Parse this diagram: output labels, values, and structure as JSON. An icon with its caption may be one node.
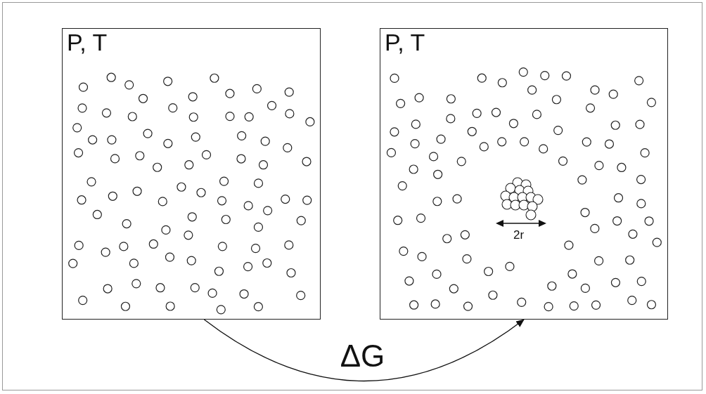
{
  "diagram": {
    "nodes": [
      {
        "text": [
          "P, T"
        ]
      },
      {
        "text": [
          "P, T"
        ]
      }
    ],
    "edges": [
      {
        "from": 0,
        "to": 1,
        "arrow": "to",
        "label": "ΔG"
      }
    ],
    "labels": [
      "2r"
    ]
  }
}
